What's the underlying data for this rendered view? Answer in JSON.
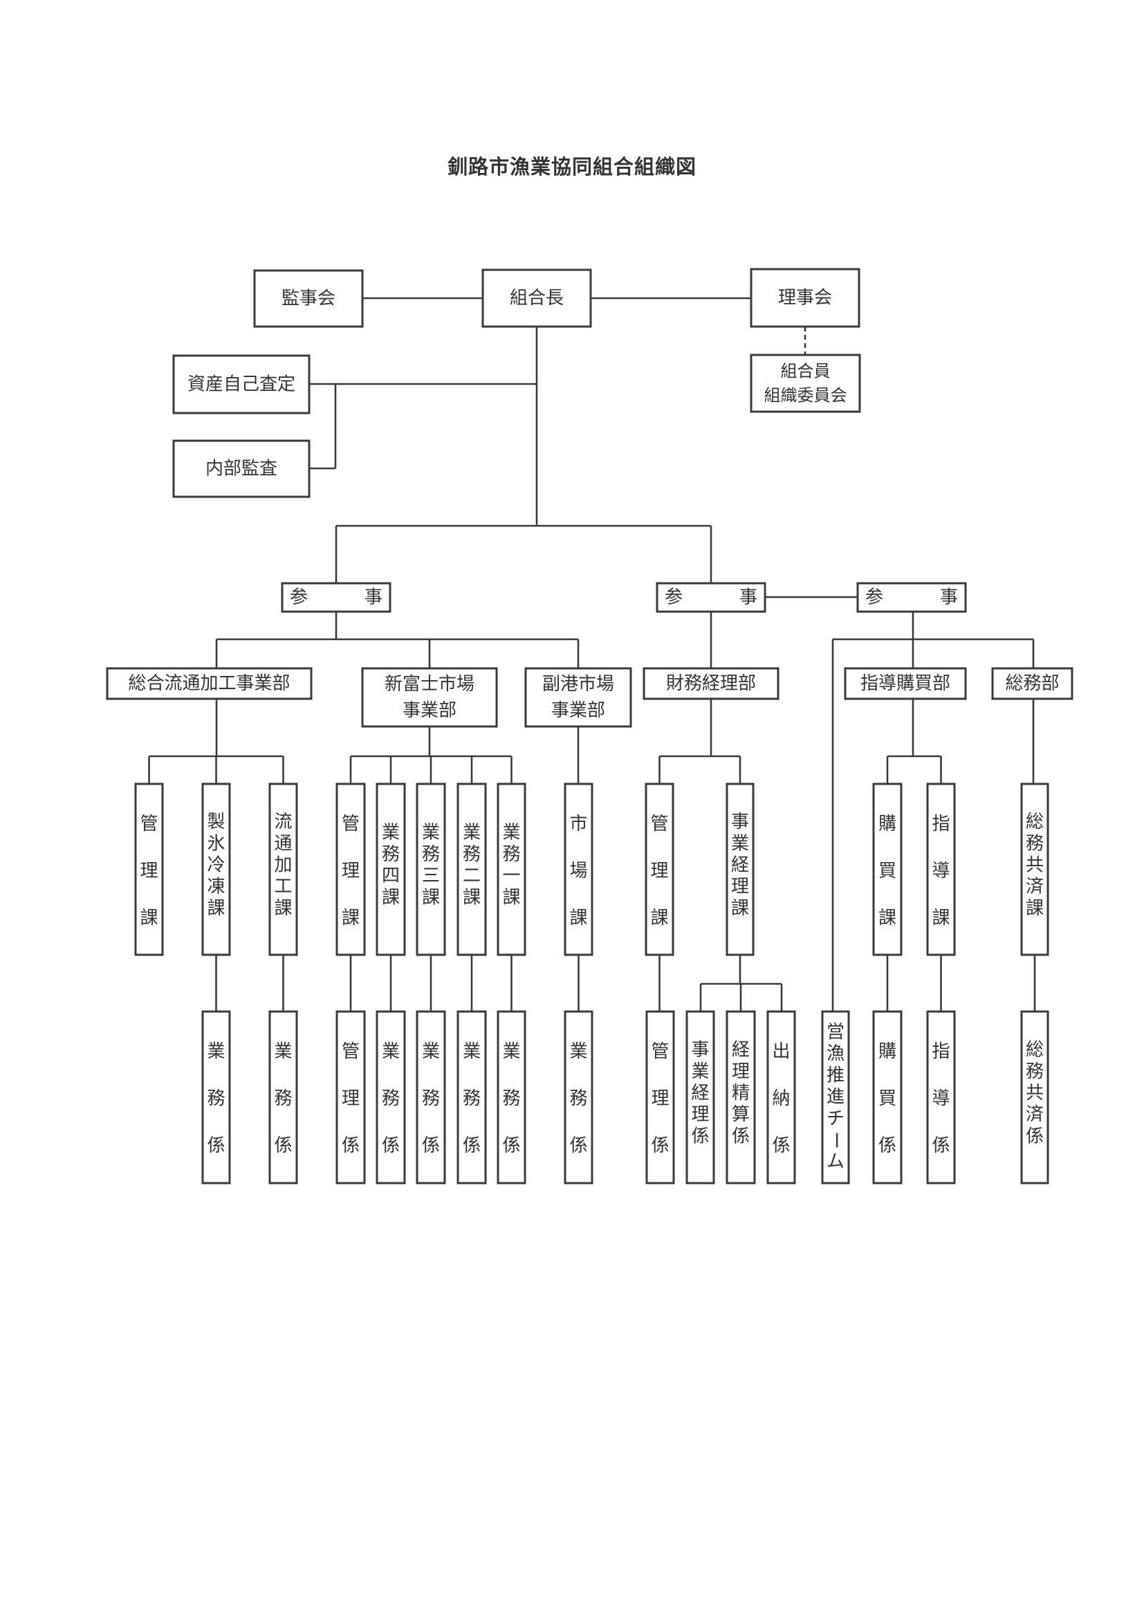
{
  "title": "釧路市漁業協同組合組織図",
  "colors": {
    "line": "#3a3a3a",
    "text": "#333333",
    "background": "#ffffff"
  },
  "top": {
    "chairman": "組合長",
    "auditors": "監事会",
    "board": "理事会",
    "member_committee": [
      "組合員",
      "組織委員会"
    ],
    "asset_assessment": "資産自己査定",
    "internal_audit": "内部監査"
  },
  "councilors": [
    {
      "id": "c1",
      "label": [
        "参",
        "事"
      ]
    },
    {
      "id": "c2",
      "label": [
        "参",
        "事"
      ]
    },
    {
      "id": "c3",
      "label": [
        "参",
        "事"
      ]
    }
  ],
  "departments": [
    {
      "id": "d1",
      "councilor": "c1",
      "label": [
        "総合流通加工事業部"
      ]
    },
    {
      "id": "d2",
      "councilor": "c1",
      "label": [
        "新富士市場",
        "事業部"
      ]
    },
    {
      "id": "d3",
      "councilor": "c1",
      "label": [
        "副港市場",
        "事業部"
      ]
    },
    {
      "id": "d4",
      "councilor": "c2",
      "label": [
        "財務経理部"
      ]
    },
    {
      "id": "d5",
      "councilor": "c3",
      "label": [
        "指導購買部"
      ]
    },
    {
      "id": "d6",
      "councilor": "c3",
      "label": [
        "総務部"
      ]
    }
  ],
  "sections": [
    {
      "id": "s1",
      "dept": "d1",
      "label": "管理課",
      "spread": true
    },
    {
      "id": "s2",
      "dept": "d1",
      "label": "製氷冷凍課",
      "spread": false
    },
    {
      "id": "s3",
      "dept": "d1",
      "label": "流通加工課",
      "spread": false
    },
    {
      "id": "s4",
      "dept": "d2",
      "label": "管理課",
      "spread": true
    },
    {
      "id": "s5",
      "dept": "d2",
      "label": "業務四課",
      "spread": false
    },
    {
      "id": "s6",
      "dept": "d2",
      "label": "業務三課",
      "spread": false
    },
    {
      "id": "s7",
      "dept": "d2",
      "label": "業務二課",
      "spread": false
    },
    {
      "id": "s8",
      "dept": "d2",
      "label": "業務一課",
      "spread": false
    },
    {
      "id": "s9",
      "dept": "d3",
      "label": "市場課",
      "spread": true
    },
    {
      "id": "s10",
      "dept": "d4",
      "label": "管理課",
      "spread": true
    },
    {
      "id": "s11",
      "dept": "d4",
      "label": "事業経理課",
      "spread": false
    },
    {
      "id": "s12",
      "dept": "d5",
      "label": "購買課",
      "spread": true
    },
    {
      "id": "s13",
      "dept": "d5",
      "label": "指導課",
      "spread": true
    },
    {
      "id": "s14",
      "dept": "d6",
      "label": "総務共済課",
      "spread": false
    }
  ],
  "units": [
    {
      "parent": "s2",
      "label": "業務係",
      "spread": true
    },
    {
      "parent": "s3",
      "label": "業務係",
      "spread": true
    },
    {
      "parent": "s4",
      "label": "管理係",
      "spread": true
    },
    {
      "parent": "s5",
      "label": "業務係",
      "spread": true
    },
    {
      "parent": "s6",
      "label": "業務係",
      "spread": true
    },
    {
      "parent": "s7",
      "label": "業務係",
      "spread": true
    },
    {
      "parent": "s8",
      "label": "業務係",
      "spread": true
    },
    {
      "parent": "s9",
      "label": "業務係",
      "spread": true
    },
    {
      "parent": "s10",
      "label": "管理係",
      "spread": true
    },
    {
      "parent": "s11",
      "label": "事業経理係",
      "spread": false
    },
    {
      "parent": "s11",
      "label": "経理精算係",
      "spread": false
    },
    {
      "parent": "s11",
      "label": "出納係",
      "spread": true
    },
    {
      "parent": "c3",
      "label": "営漁推進チーム",
      "spread": false
    },
    {
      "parent": "s12",
      "label": "購買係",
      "spread": true
    },
    {
      "parent": "s13",
      "label": "指導係",
      "spread": true
    },
    {
      "parent": "s14",
      "label": "総務共済係",
      "spread": false
    }
  ]
}
